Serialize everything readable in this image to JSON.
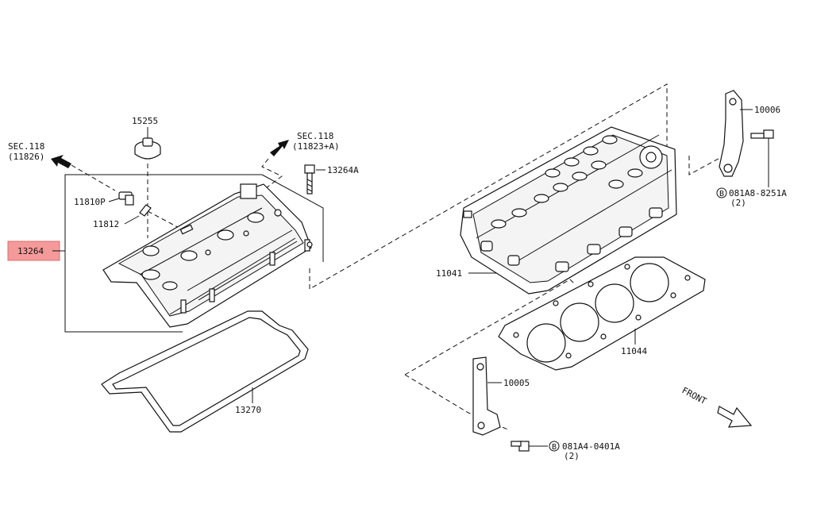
{
  "diagram": {
    "highlight_color": "#f59a9a",
    "callouts": {
      "sec118_left": {
        "line1": "SEC.118",
        "line2": "(11826)"
      },
      "sec118_right": {
        "line1": "SEC.118",
        "line2": "(11823+A)"
      },
      "p15255": "15255",
      "p13264A": "13264A",
      "p11810P": "11810P",
      "p11812": "11812",
      "p13264": "13264",
      "p13270": "13270",
      "p11041": "11041",
      "p11044": "11044",
      "p10006": "10006",
      "p10005": "10005",
      "bolt_upper": {
        "circle": "B",
        "number": "081A8-8251A",
        "qty": "(2)"
      },
      "bolt_lower": {
        "circle": "B",
        "number": "081A4-0401A",
        "qty": "(2)"
      },
      "front": "FRONT"
    }
  }
}
